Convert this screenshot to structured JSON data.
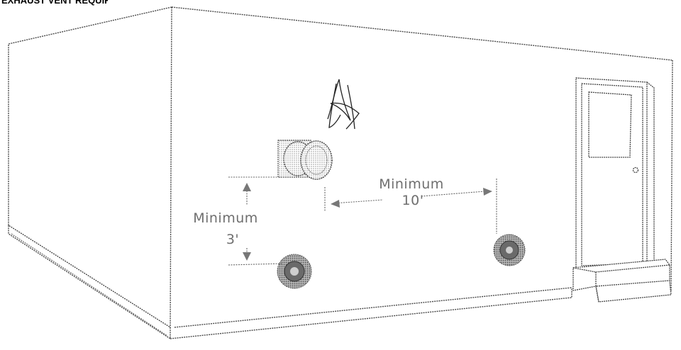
{
  "header": {
    "clipped_heading": "EXHAUST VENT REQUIREMENTS"
  },
  "diagram": {
    "horizontal_clearance": {
      "label": "Minimum",
      "value": "10'"
    },
    "vertical_clearance": {
      "label": "Minimum",
      "value": "3'"
    }
  },
  "colors": {
    "line": "#3a3a3a",
    "dotted_line": "#6a6a6a",
    "vent_fill": "#8a8a8a",
    "shading": "#c8c8c8"
  },
  "icons": {
    "signature": "signature-mark",
    "meter": "gas-meter-icon",
    "vent": "exhaust-vent-icon"
  }
}
